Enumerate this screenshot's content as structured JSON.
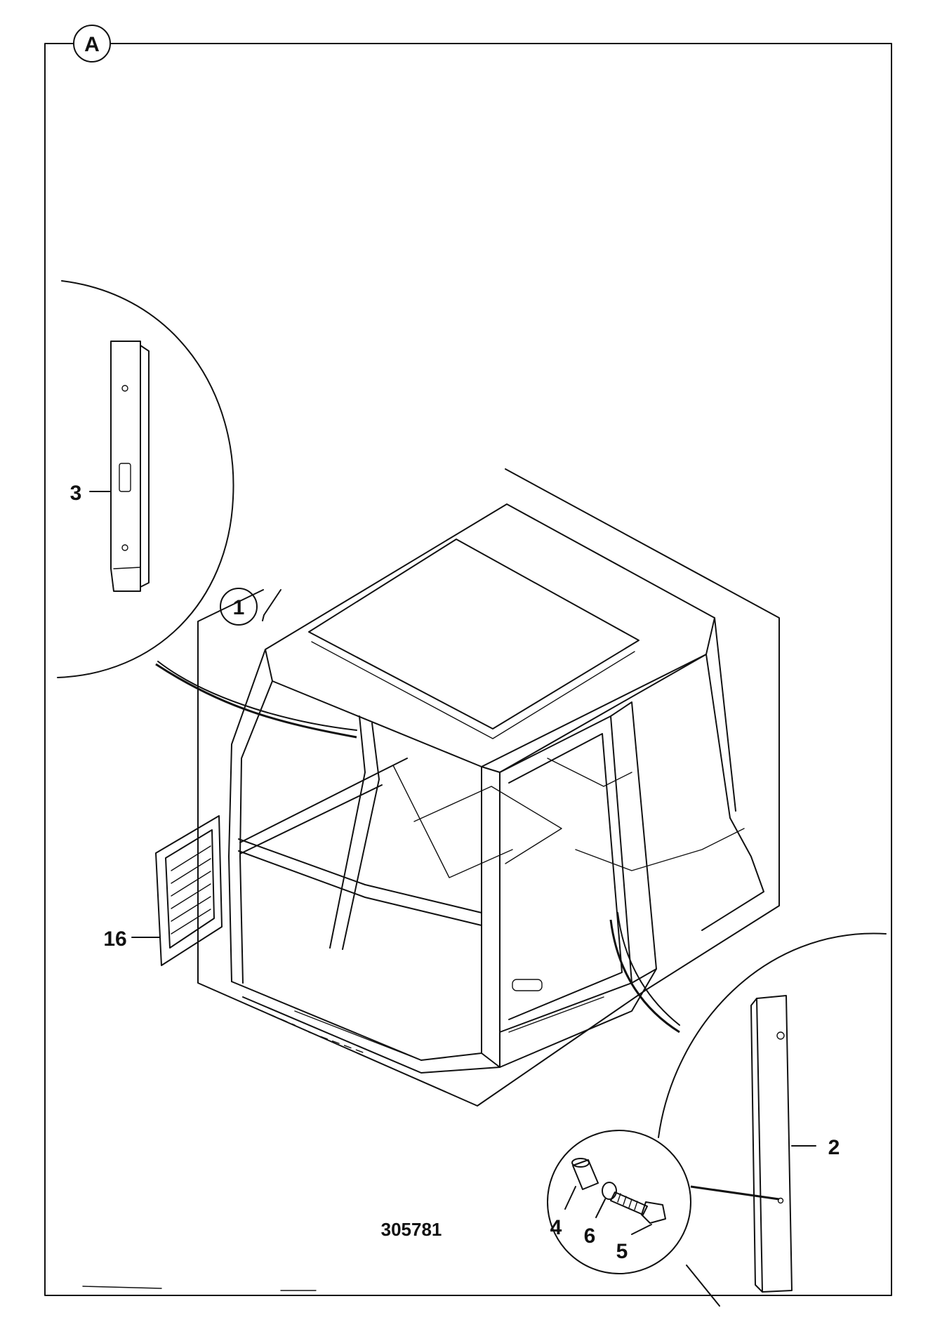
{
  "figure": {
    "view_label": "A",
    "drawing_number": "305781",
    "callouts": {
      "c1": "1",
      "c2": "2",
      "c3": "3",
      "c4": "4",
      "c5": "5",
      "c6": "6",
      "c16": "16"
    }
  }
}
